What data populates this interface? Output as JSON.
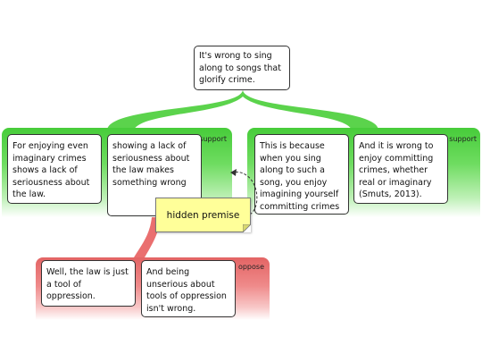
{
  "claim": {
    "text": "It's wrong to sing along to songs that glorify crime."
  },
  "support_groups": [
    {
      "label": "support",
      "reasons": [
        "For enjoying even imaginary crimes shows a lack of seriousness about the law.",
        "showing a lack of seriousness about the law makes something wrong"
      ]
    },
    {
      "label": "support",
      "reasons": [
        "This is because when you sing along to such a song, you enjoy imagining yourself committing crimes",
        "And it is wrong to enjoy committing crimes, whether real or imaginary (Smuts, 2013)."
      ]
    }
  ],
  "oppose_group": {
    "label": "oppose",
    "reasons": [
      "Well, the law is just a tool of oppression.",
      "And being unserious about tools of oppression isn't wrong."
    ]
  },
  "note": {
    "text": "hidden premise"
  },
  "colors": {
    "support": "#47cc3a",
    "oppose": "#e36464",
    "note": "#ffff99",
    "connector": "#5bd34c",
    "oppose_connector": "#ea6f6f"
  }
}
